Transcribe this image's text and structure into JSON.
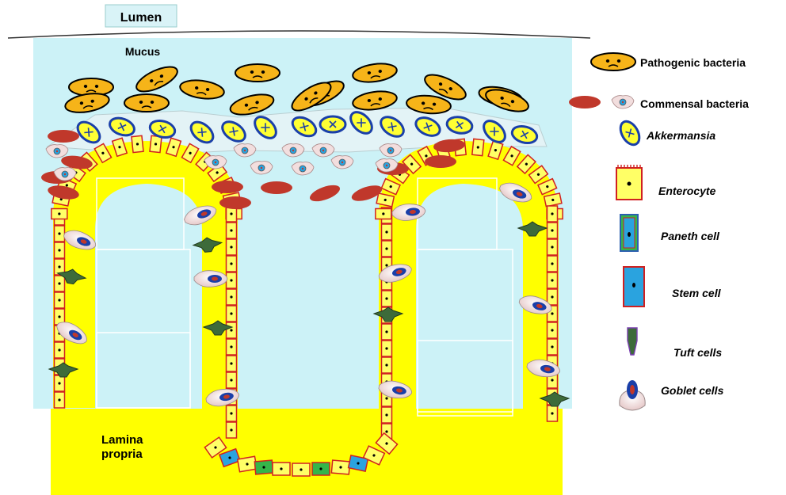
{
  "labels": {
    "lumen": "Lumen",
    "mucus": "Mucus",
    "lamina_line1": "Lamina",
    "lamina_line2": "propria"
  },
  "legend": [
    {
      "key": "pathogenic",
      "label": "Pathogenic bacteria",
      "italic": false
    },
    {
      "key": "commensal",
      "label": "Commensal bacteria",
      "italic": false
    },
    {
      "key": "akkermansia",
      "label": "Akkermansia",
      "italic": true
    },
    {
      "key": "enterocyte",
      "label": "Enterocyte",
      "italic": true
    },
    {
      "key": "paneth",
      "label": "Paneth cell",
      "italic": true
    },
    {
      "key": "stem",
      "label": "Stem cell",
      "italic": true
    },
    {
      "key": "tuft",
      "label": "Tuft cells",
      "italic": true
    },
    {
      "key": "goblet",
      "label": "Goblet cells",
      "italic": true
    }
  ],
  "colors": {
    "lumen_bg": "#ccf2f7",
    "lamina": "#ffff00",
    "pathogenic_fill": "#f6b419",
    "commensal_fill": "#c0382b",
    "akkermansia_ring": "#1a3fa8",
    "akkermansia_fill": "#ffff33",
    "enterocyte_border": "#d02020",
    "paneth_fill": "#35b54a",
    "stem_fill": "#2aa3df",
    "tuft_fill": "#3d6b3a"
  }
}
